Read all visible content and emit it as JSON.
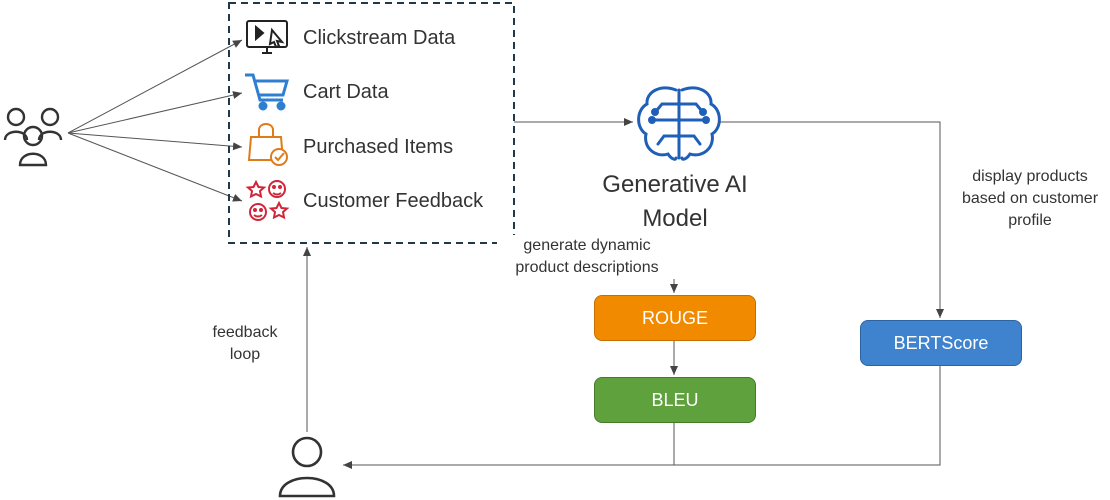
{
  "data_sources": [
    {
      "label": "Clickstream Data",
      "icon": "monitor-cursor-icon"
    },
    {
      "label": "Cart Data",
      "icon": "shopping-cart-icon"
    },
    {
      "label": "Purchased Items",
      "icon": "shopping-bag-check-icon"
    },
    {
      "label": "Customer Feedback",
      "icon": "feedback-faces-stars-icon"
    }
  ],
  "model": {
    "title": "Generative AI Model",
    "icon": "brain-circuit-icon"
  },
  "edges": {
    "generate": "generate dynamic product descriptions",
    "display": "display products based on customer profile",
    "feedback": "feedback loop"
  },
  "metrics": {
    "rouge": "ROUGE",
    "bleu": "BLEU",
    "bertscore": "BERTScore"
  },
  "colors": {
    "rouge": "#f28a00",
    "bleu": "#5fa13c",
    "bertscore": "#3f83cf",
    "model_icon": "#1f5fb8",
    "cart_icon": "#2f7fd1",
    "bag_icon": "#e07b1a",
    "feedback_icon": "#d0263a"
  },
  "actors": {
    "group_icon": "user-group-icon",
    "user_icon": "user-icon"
  }
}
